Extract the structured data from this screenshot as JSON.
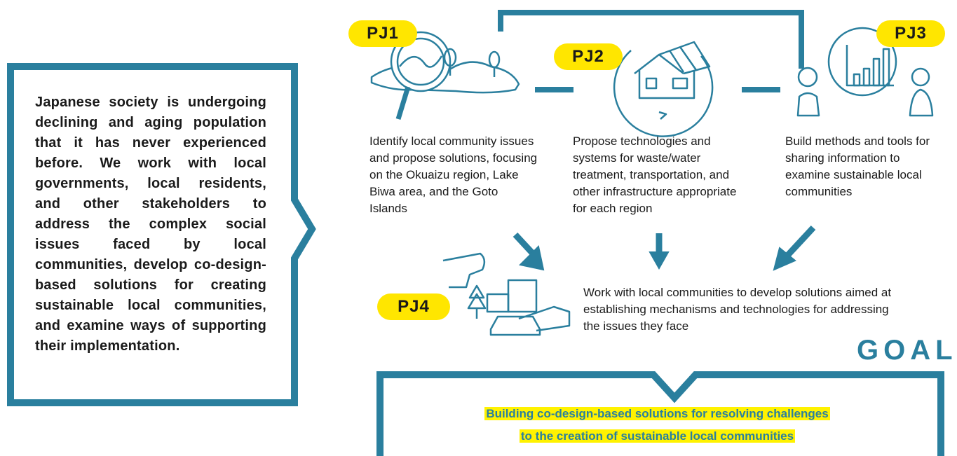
{
  "intro": {
    "text": "Japanese society is undergoing declining and aging population that it has never experienced before. We work with local governments, local residents, and other stakeholders to address the complex social issues faced by local communities, develop co-design-based solutions for creating sustainable local communities, and examine ways of supporting their implementation."
  },
  "projects": [
    {
      "label": "PJ1",
      "icon": "magnifier-landscape-icon",
      "description": "Identify local community issues and propose solutions, focusing on the Okuaizu region, Lake Biwa area, and the Goto Islands"
    },
    {
      "label": "PJ2",
      "icon": "house-solar-cycle-icon",
      "description": "Propose technologies and systems for waste/water treatment, transportation, and other infrastructure appropriate for each region"
    },
    {
      "label": "PJ3",
      "icon": "people-chart-icon",
      "description": "Build methods and tools for sharing information to examine sustainable local communities"
    },
    {
      "label": "PJ4",
      "icon": "handshake-town-icon",
      "description": "Work with local communities to develop solutions aimed at establishing mechanisms and technologies for addressing the issues they face"
    }
  ],
  "goal": {
    "label": "GOAL",
    "line1": "Building co-design-based solutions for resolving challenges",
    "line2": "to the creation of sustainable local communities"
  },
  "colors": {
    "primary": "#2a7f9e",
    "highlight": "#ffe600",
    "text": "#1a1a1a"
  }
}
